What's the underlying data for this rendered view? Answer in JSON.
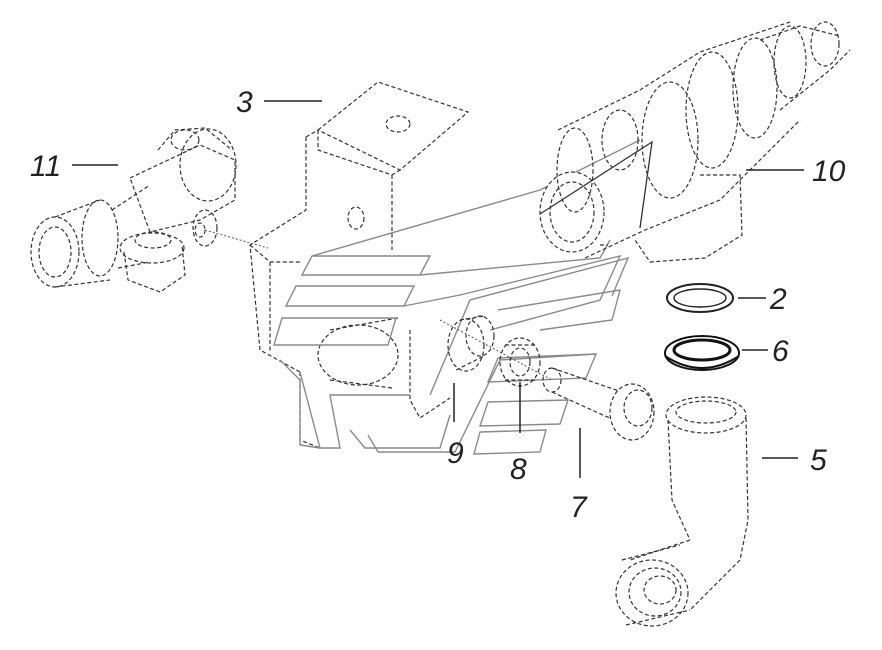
{
  "callouts": {
    "c2": "2",
    "c3": "3",
    "c5": "5",
    "c6": "6",
    "c7": "7",
    "c8": "8",
    "c9": "9",
    "c10": "10",
    "c11": "11"
  }
}
